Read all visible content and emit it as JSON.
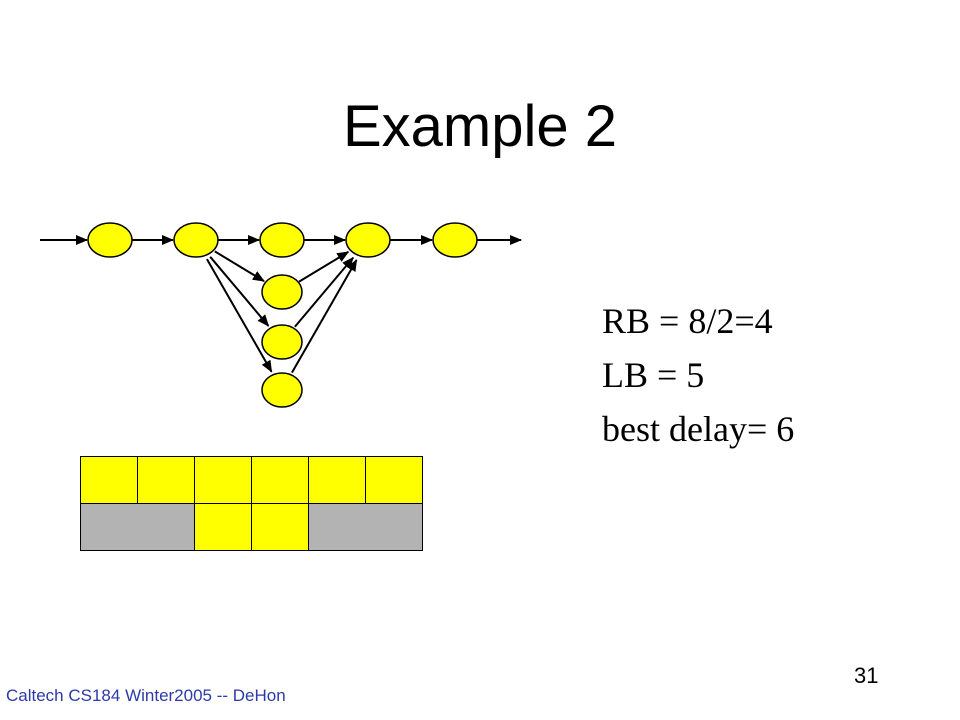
{
  "slide": {
    "title": "Example 2",
    "footer": "Caltech CS184 Winter2005 -- DeHon",
    "page_number": "31"
  },
  "bounds": {
    "rb": "RB = 8/2=4",
    "lb": "LB = 5",
    "best_delay": "best delay= 6"
  },
  "graph": {
    "node_color": "#ffff00",
    "nodes": [
      "n1",
      "n2",
      "n3",
      "n4",
      "n5",
      "n6",
      "n7",
      "n8"
    ],
    "edges": [
      [
        "in",
        "n1"
      ],
      [
        "n1",
        "n2"
      ],
      [
        "n2",
        "n3"
      ],
      [
        "n3",
        "n4"
      ],
      [
        "n4",
        "n5"
      ],
      [
        "n5",
        "out"
      ],
      [
        "n2",
        "n6"
      ],
      [
        "n2",
        "n7"
      ],
      [
        "n2",
        "n8"
      ],
      [
        "n6",
        "n4"
      ],
      [
        "n7",
        "n4"
      ],
      [
        "n8",
        "n4"
      ]
    ]
  },
  "schedule": {
    "filled_color": "#ffff00",
    "empty_color": "#b3b3b3",
    "rows": [
      [
        {
          "span": 1,
          "filled": true
        },
        {
          "span": 1,
          "filled": true
        },
        {
          "span": 1,
          "filled": true
        },
        {
          "span": 1,
          "filled": true
        },
        {
          "span": 1,
          "filled": true
        },
        {
          "span": 1,
          "filled": true
        }
      ],
      [
        {
          "span": 2,
          "filled": false
        },
        {
          "span": 1,
          "filled": true
        },
        {
          "span": 1,
          "filled": true
        },
        {
          "span": 2,
          "filled": false
        }
      ]
    ]
  }
}
